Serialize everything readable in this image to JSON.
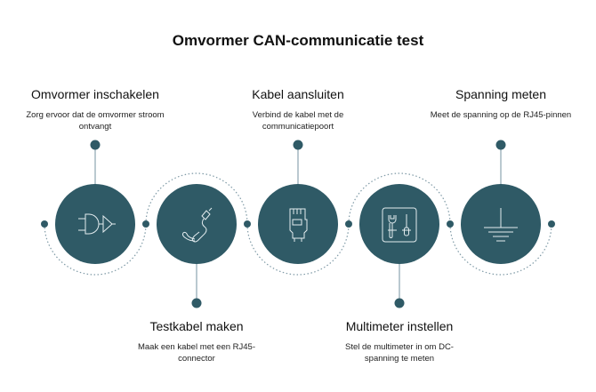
{
  "title": "Omvormer CAN-communicatie test",
  "steps": [
    {
      "title": "Omvormer inschakelen",
      "description": "Zorg ervoor dat de omvormer stroom ontvangt",
      "icon": "logic-gate-icon"
    },
    {
      "title": "Testkabel maken",
      "description": "Maak een kabel met een RJ45-connector",
      "icon": "cable-icon"
    },
    {
      "title": "Kabel aansluiten",
      "description": "Verbind de kabel met de communicatiepoort",
      "icon": "rj45-connector-icon"
    },
    {
      "title": "Multimeter instellen",
      "description": "Stel de multimeter in om DC-spanning te meten",
      "icon": "tools-icon"
    },
    {
      "title": "Spanning meten",
      "description": "Meet de spanning op de RJ45-pinnen",
      "icon": "ground-icon"
    }
  ],
  "colors": {
    "circle": "#2f5a66",
    "line": "#a3b7c0"
  }
}
